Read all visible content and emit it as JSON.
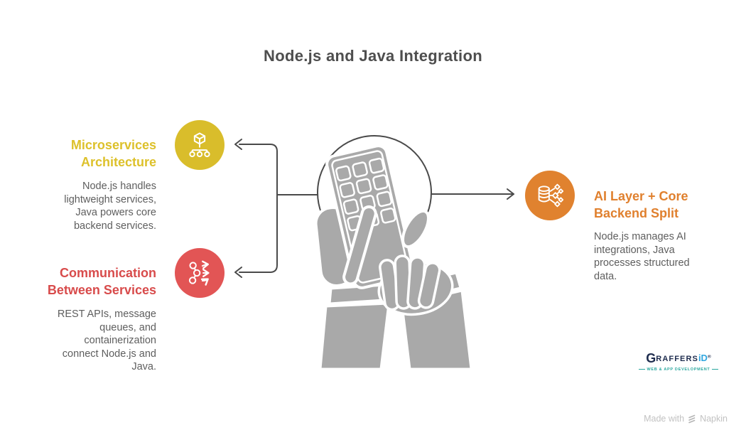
{
  "title": "Node.js and Java Integration",
  "colors": {
    "title_text": "#4e4e4e",
    "body_text": "#5e5e5e",
    "connector_line": "#4a4a4a",
    "illustration_gray": "#a9a9a9",
    "microservices_accent": "#d9bd2b",
    "communication_accent": "#e25555",
    "ai_layer_accent": "#e0822f"
  },
  "nodes": [
    {
      "id": "microservices",
      "heading": "Microservices\nArchitecture",
      "body": "Node.js handles\nlightweight services,\nJava powers core\nbackend services.",
      "icon": "cube-hierarchy-icon",
      "color": "#d9bd2b"
    },
    {
      "id": "communication",
      "heading": "Communication\nBetween Services",
      "body": "REST APIs, message\nqueues, and\ncontainerization\nconnect Node.js and\nJava.",
      "icon": "share-arrows-icon",
      "color": "#e25555"
    },
    {
      "id": "ai-layer",
      "heading": "AI Layer + Core\nBackend Split",
      "body": "Node.js manages AI\nintegrations, Java\nprocesses structured\ndata.",
      "icon": "database-network-icon",
      "color": "#e0822f"
    }
  ],
  "center_illustration": "hands-using-phone",
  "branding": {
    "name_g": "G",
    "name_rest": "RAFFERS",
    "name_id": "iD",
    "registered": "®",
    "tagline": "WEB & APP DEVELOPMENT"
  },
  "watermark": {
    "prefix": "Made with",
    "brand": "Napkin"
  }
}
